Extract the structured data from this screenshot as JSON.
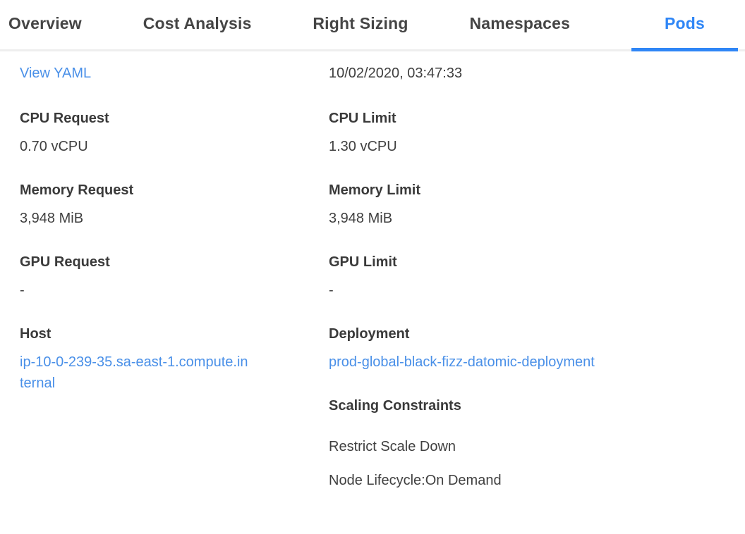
{
  "tabs": [
    {
      "label": "Overview",
      "active": false
    },
    {
      "label": "Cost Analysis",
      "active": false
    },
    {
      "label": "Right Sizing",
      "active": false
    },
    {
      "label": "Namespaces",
      "active": false
    },
    {
      "label": "Pods",
      "active": true
    }
  ],
  "details": {
    "view_yaml_label": "View YAML",
    "timestamp": "10/02/2020, 03:47:33",
    "left_fields": [
      {
        "label": "CPU Request",
        "value": "0.70 vCPU"
      },
      {
        "label": "Memory Request",
        "value": "3,948 MiB"
      },
      {
        "label": "GPU Request",
        "value": "-"
      },
      {
        "label": "Host",
        "value": "ip-10-0-239-35.sa-east-1.compute.internal"
      }
    ],
    "right_fields": [
      {
        "label": "CPU Limit",
        "value": "1.30 vCPU"
      },
      {
        "label": "Memory Limit",
        "value": "3,948 MiB"
      },
      {
        "label": "GPU Limit",
        "value": "-"
      },
      {
        "label": "Deployment",
        "value": "prod-global-black-fizz-datomic-deployment"
      }
    ],
    "scaling": {
      "label": "Scaling Constraints",
      "items": [
        "Restrict Scale Down",
        "Node Lifecycle:On Demand"
      ]
    }
  },
  "colors": {
    "active_tab_blue": "#2f86f6",
    "link_blue": "#4a90e8",
    "tab_divider_gray": "#eeeeee",
    "text_dark": "#404040"
  }
}
